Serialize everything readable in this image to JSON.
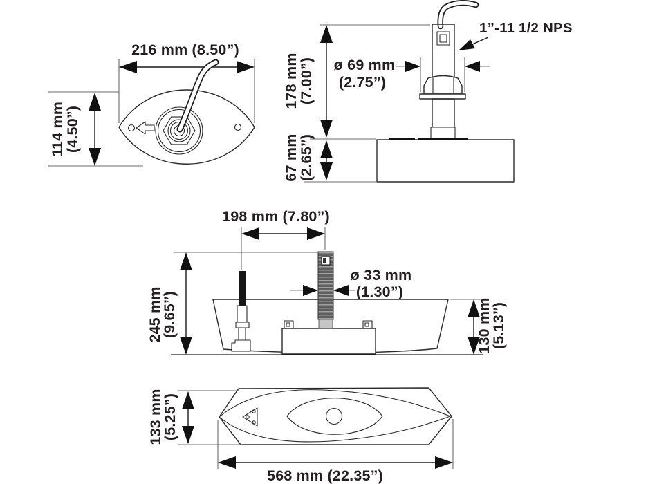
{
  "views": {
    "top": {
      "dim_width": "216 mm (8.50”)",
      "dim_height_mm": "114 mm",
      "dim_height_in": "(4.50”)"
    },
    "stem": {
      "thread_spec": "1”-11 1/2 NPS",
      "dim_nut_dia_mm": "ø 69 mm",
      "dim_nut_dia_in": "(2.75”)",
      "dim_height_mm": "178 mm",
      "dim_height_in": "(7.00”)",
      "dim_body_mm": "67 mm",
      "dim_body_in": "(2.65”)"
    },
    "section": {
      "dim_offset": "198 mm (7.80”)",
      "dim_total_mm": "245 mm",
      "dim_total_in": "(9.65”)",
      "dim_stem_dia_mm": "ø 33 mm",
      "dim_stem_dia_in": "(1.30”)",
      "dim_hull_mm": "130 mm",
      "dim_hull_in": "(5.13”)"
    },
    "bottom": {
      "dim_height_mm": "133 mm",
      "dim_height_in": "(5.25”)",
      "dim_length": "568 mm (22.35”)"
    }
  }
}
